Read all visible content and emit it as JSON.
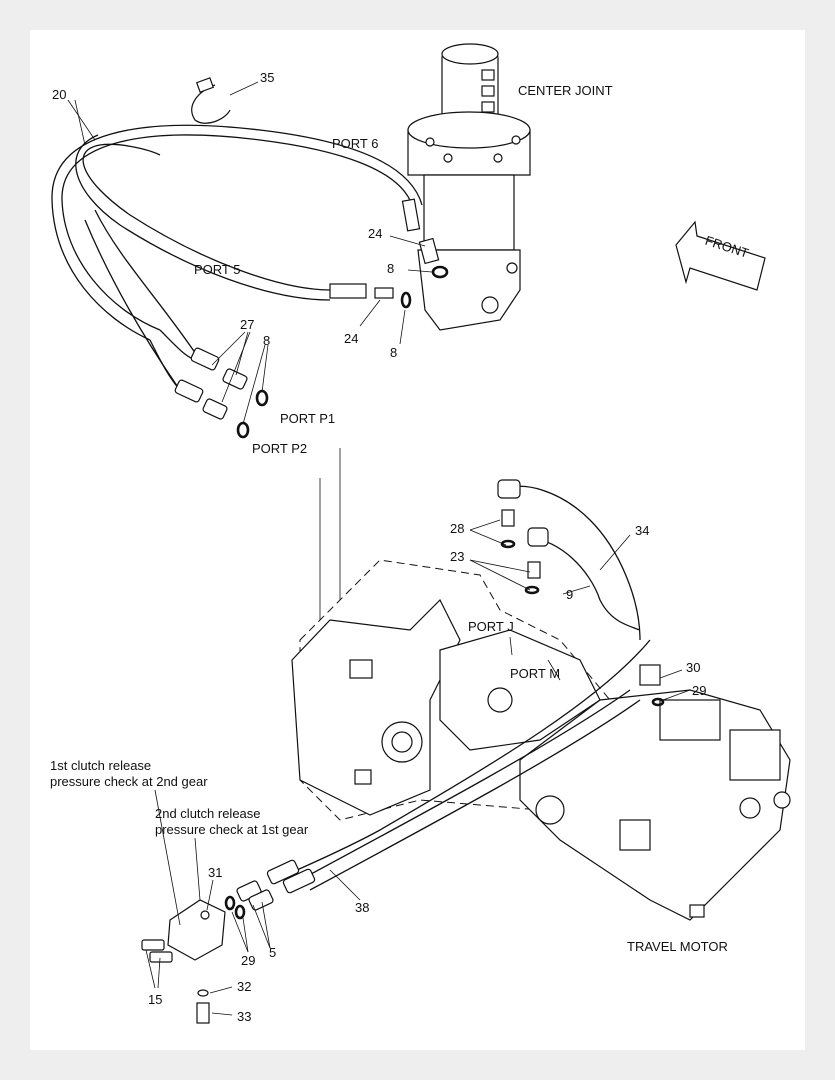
{
  "labels": {
    "center_joint": "CENTER JOINT",
    "front": "FRONT",
    "port_6": "PORT 6",
    "port_5": "PORT 5",
    "port_p1": "PORT P1",
    "port_p2": "PORT P2",
    "port_j": "PORT J",
    "port_m": "PORT M",
    "travel_motor": "TRAVEL MOTOR",
    "clutch_2nd_line1": "1st clutch release",
    "clutch_2nd_line2": "pressure check at 2nd gear",
    "clutch_1st_line1": "2nd clutch release",
    "clutch_1st_line2": "pressure check at 1st gear"
  },
  "callouts": {
    "c35": "35",
    "c20": "20",
    "c24a": "24",
    "c8a": "8",
    "c24b": "24",
    "c8b": "8",
    "c27": "27",
    "c8c": "8",
    "c28": "28",
    "c23": "23",
    "c34": "34",
    "c9": "9",
    "c30": "30",
    "c29a": "29",
    "c31": "31",
    "c38": "38",
    "c5": "5",
    "c29b": "29",
    "c15": "15",
    "c32": "32",
    "c33": "33"
  }
}
